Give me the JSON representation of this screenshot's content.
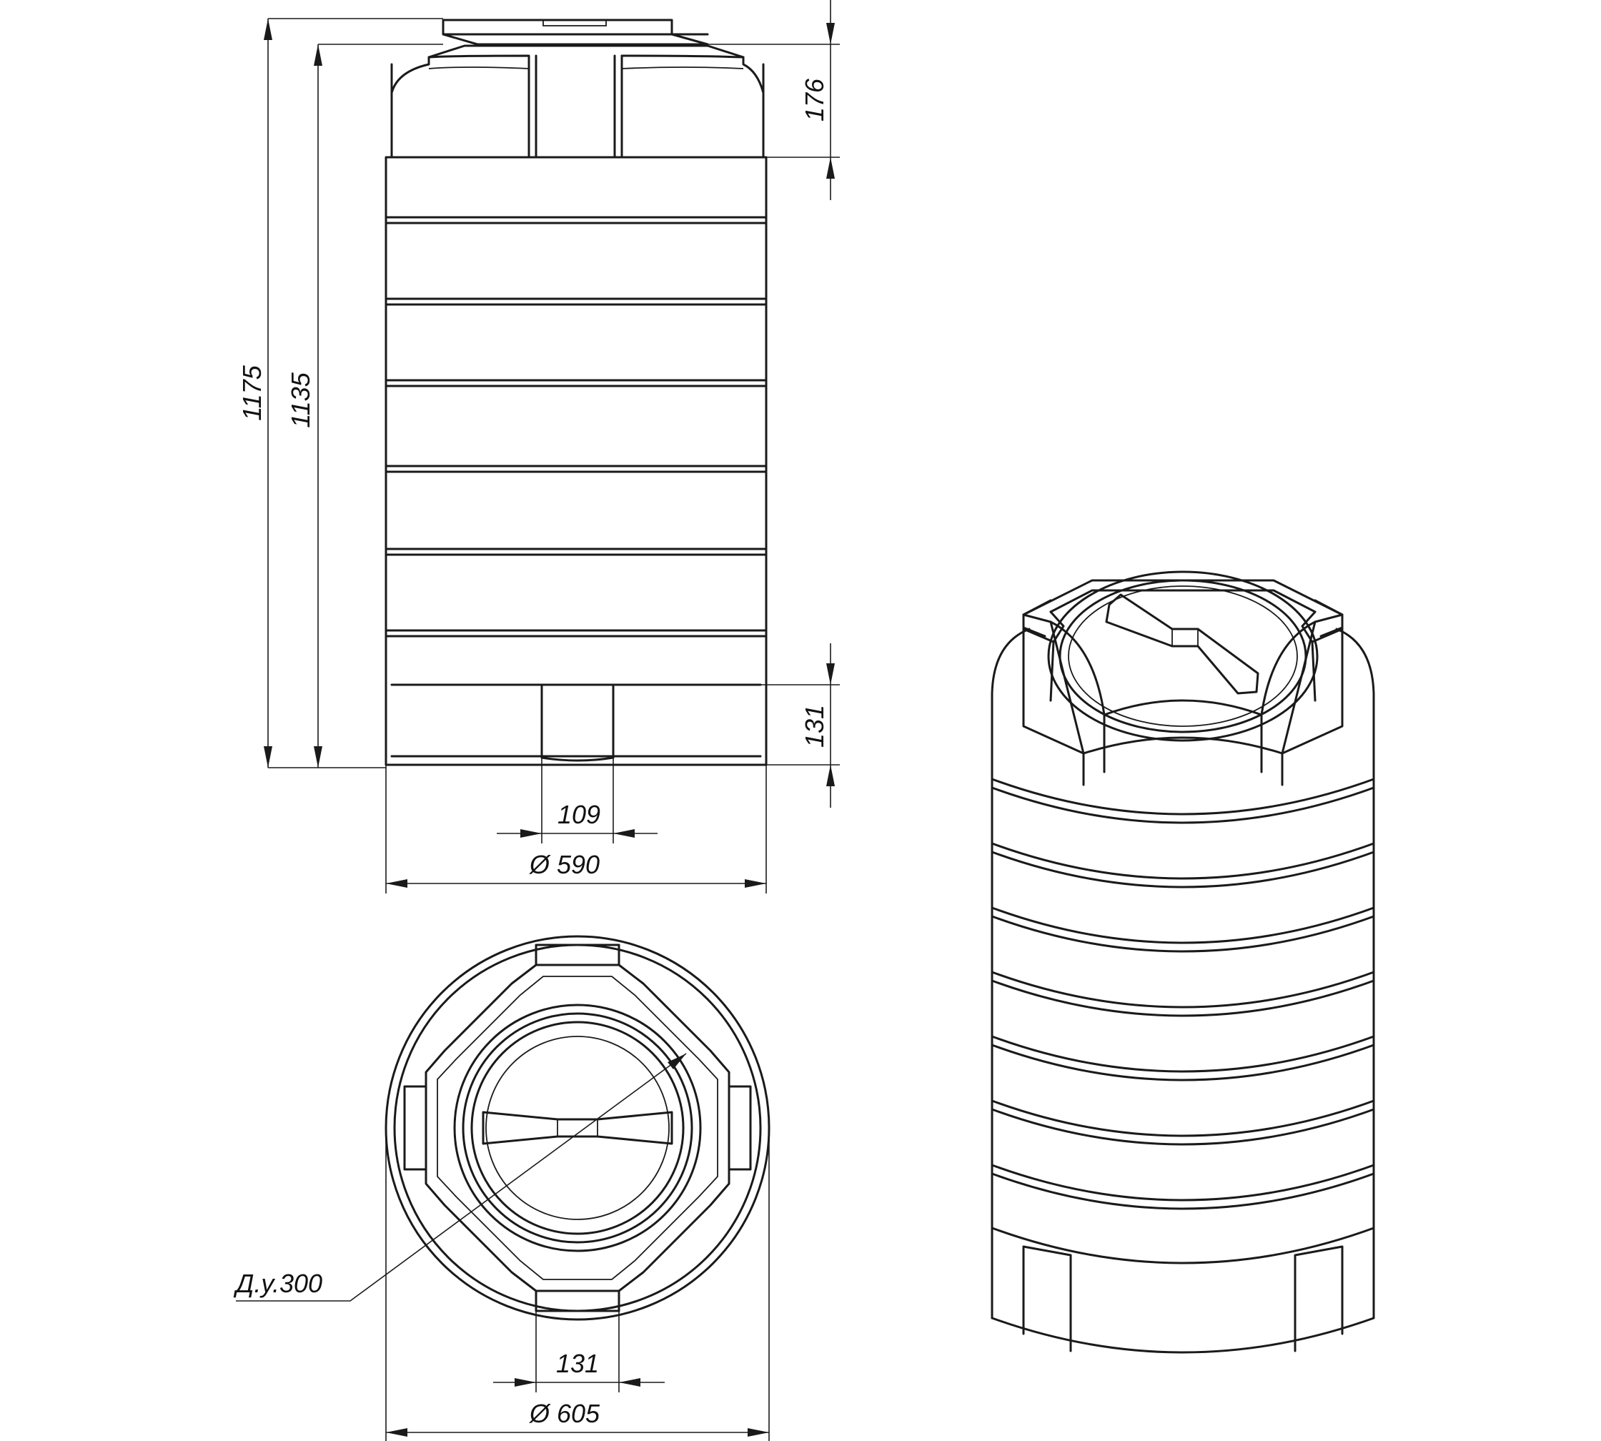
{
  "dimensions": {
    "total_height": "1175",
    "body_height": "1135",
    "top_dome_height": "176",
    "bottom_recess_height": "131",
    "bottom_recess_width": "109",
    "body_diameter": "Ø 590",
    "plan_recess_width": "131",
    "plan_diameter": "Ø 605",
    "hatch_nominal_diameter": "Д.у.300"
  },
  "colors": {
    "line": "#1a1a1a",
    "background": "#ffffff"
  }
}
